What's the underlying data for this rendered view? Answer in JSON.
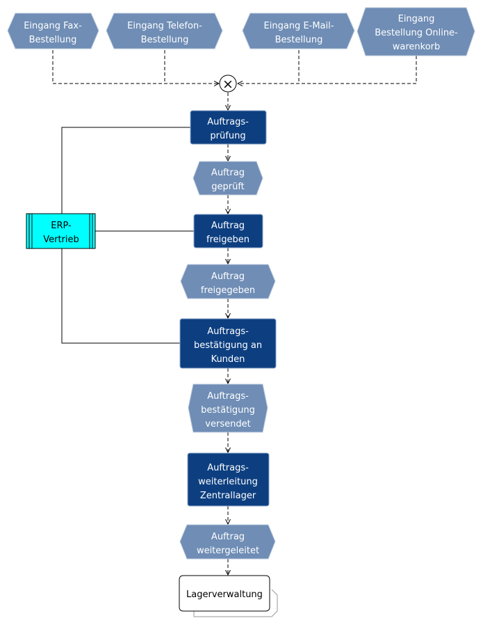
{
  "events_top": [
    {
      "lines": [
        "Eingang Fax-",
        "Bestellung"
      ]
    },
    {
      "lines": [
        "Eingang  Telefon-",
        "Bestellung"
      ]
    },
    {
      "lines": [
        "Eingang  E-Mail-",
        "Bestellung"
      ]
    },
    {
      "lines": [
        "Eingang",
        "Bestellung Online-",
        "warenkorb"
      ]
    }
  ],
  "connector": {
    "symbol": "×"
  },
  "functions": [
    {
      "lines": [
        "Auftrags-",
        "prüfung"
      ]
    },
    {
      "lines": [
        "Auftrag",
        "freigeben"
      ]
    },
    {
      "lines": [
        "Auftrags-",
        "bestätigung an",
        "Kunden"
      ]
    },
    {
      "lines": [
        "Auftrags-",
        "weiterleitung",
        "Zentrallager"
      ]
    }
  ],
  "events": [
    {
      "lines": [
        "Auftrag",
        "geprüft"
      ]
    },
    {
      "lines": [
        "Auftrag",
        "freigegeben"
      ]
    },
    {
      "lines": [
        "Auftrags-",
        "bestätigung",
        "versendet"
      ]
    },
    {
      "lines": [
        "Auftrag",
        "weitergeleitet"
      ]
    }
  ],
  "system": {
    "lines": [
      "ERP-",
      "Vertrieb"
    ]
  },
  "process_interface": {
    "lines": [
      "Lagerverwaltung"
    ]
  },
  "colors": {
    "event_fill": "#6f8db5",
    "function_fill": "#0d3f80",
    "system_fill": "#00ffff",
    "line": "#000000"
  }
}
